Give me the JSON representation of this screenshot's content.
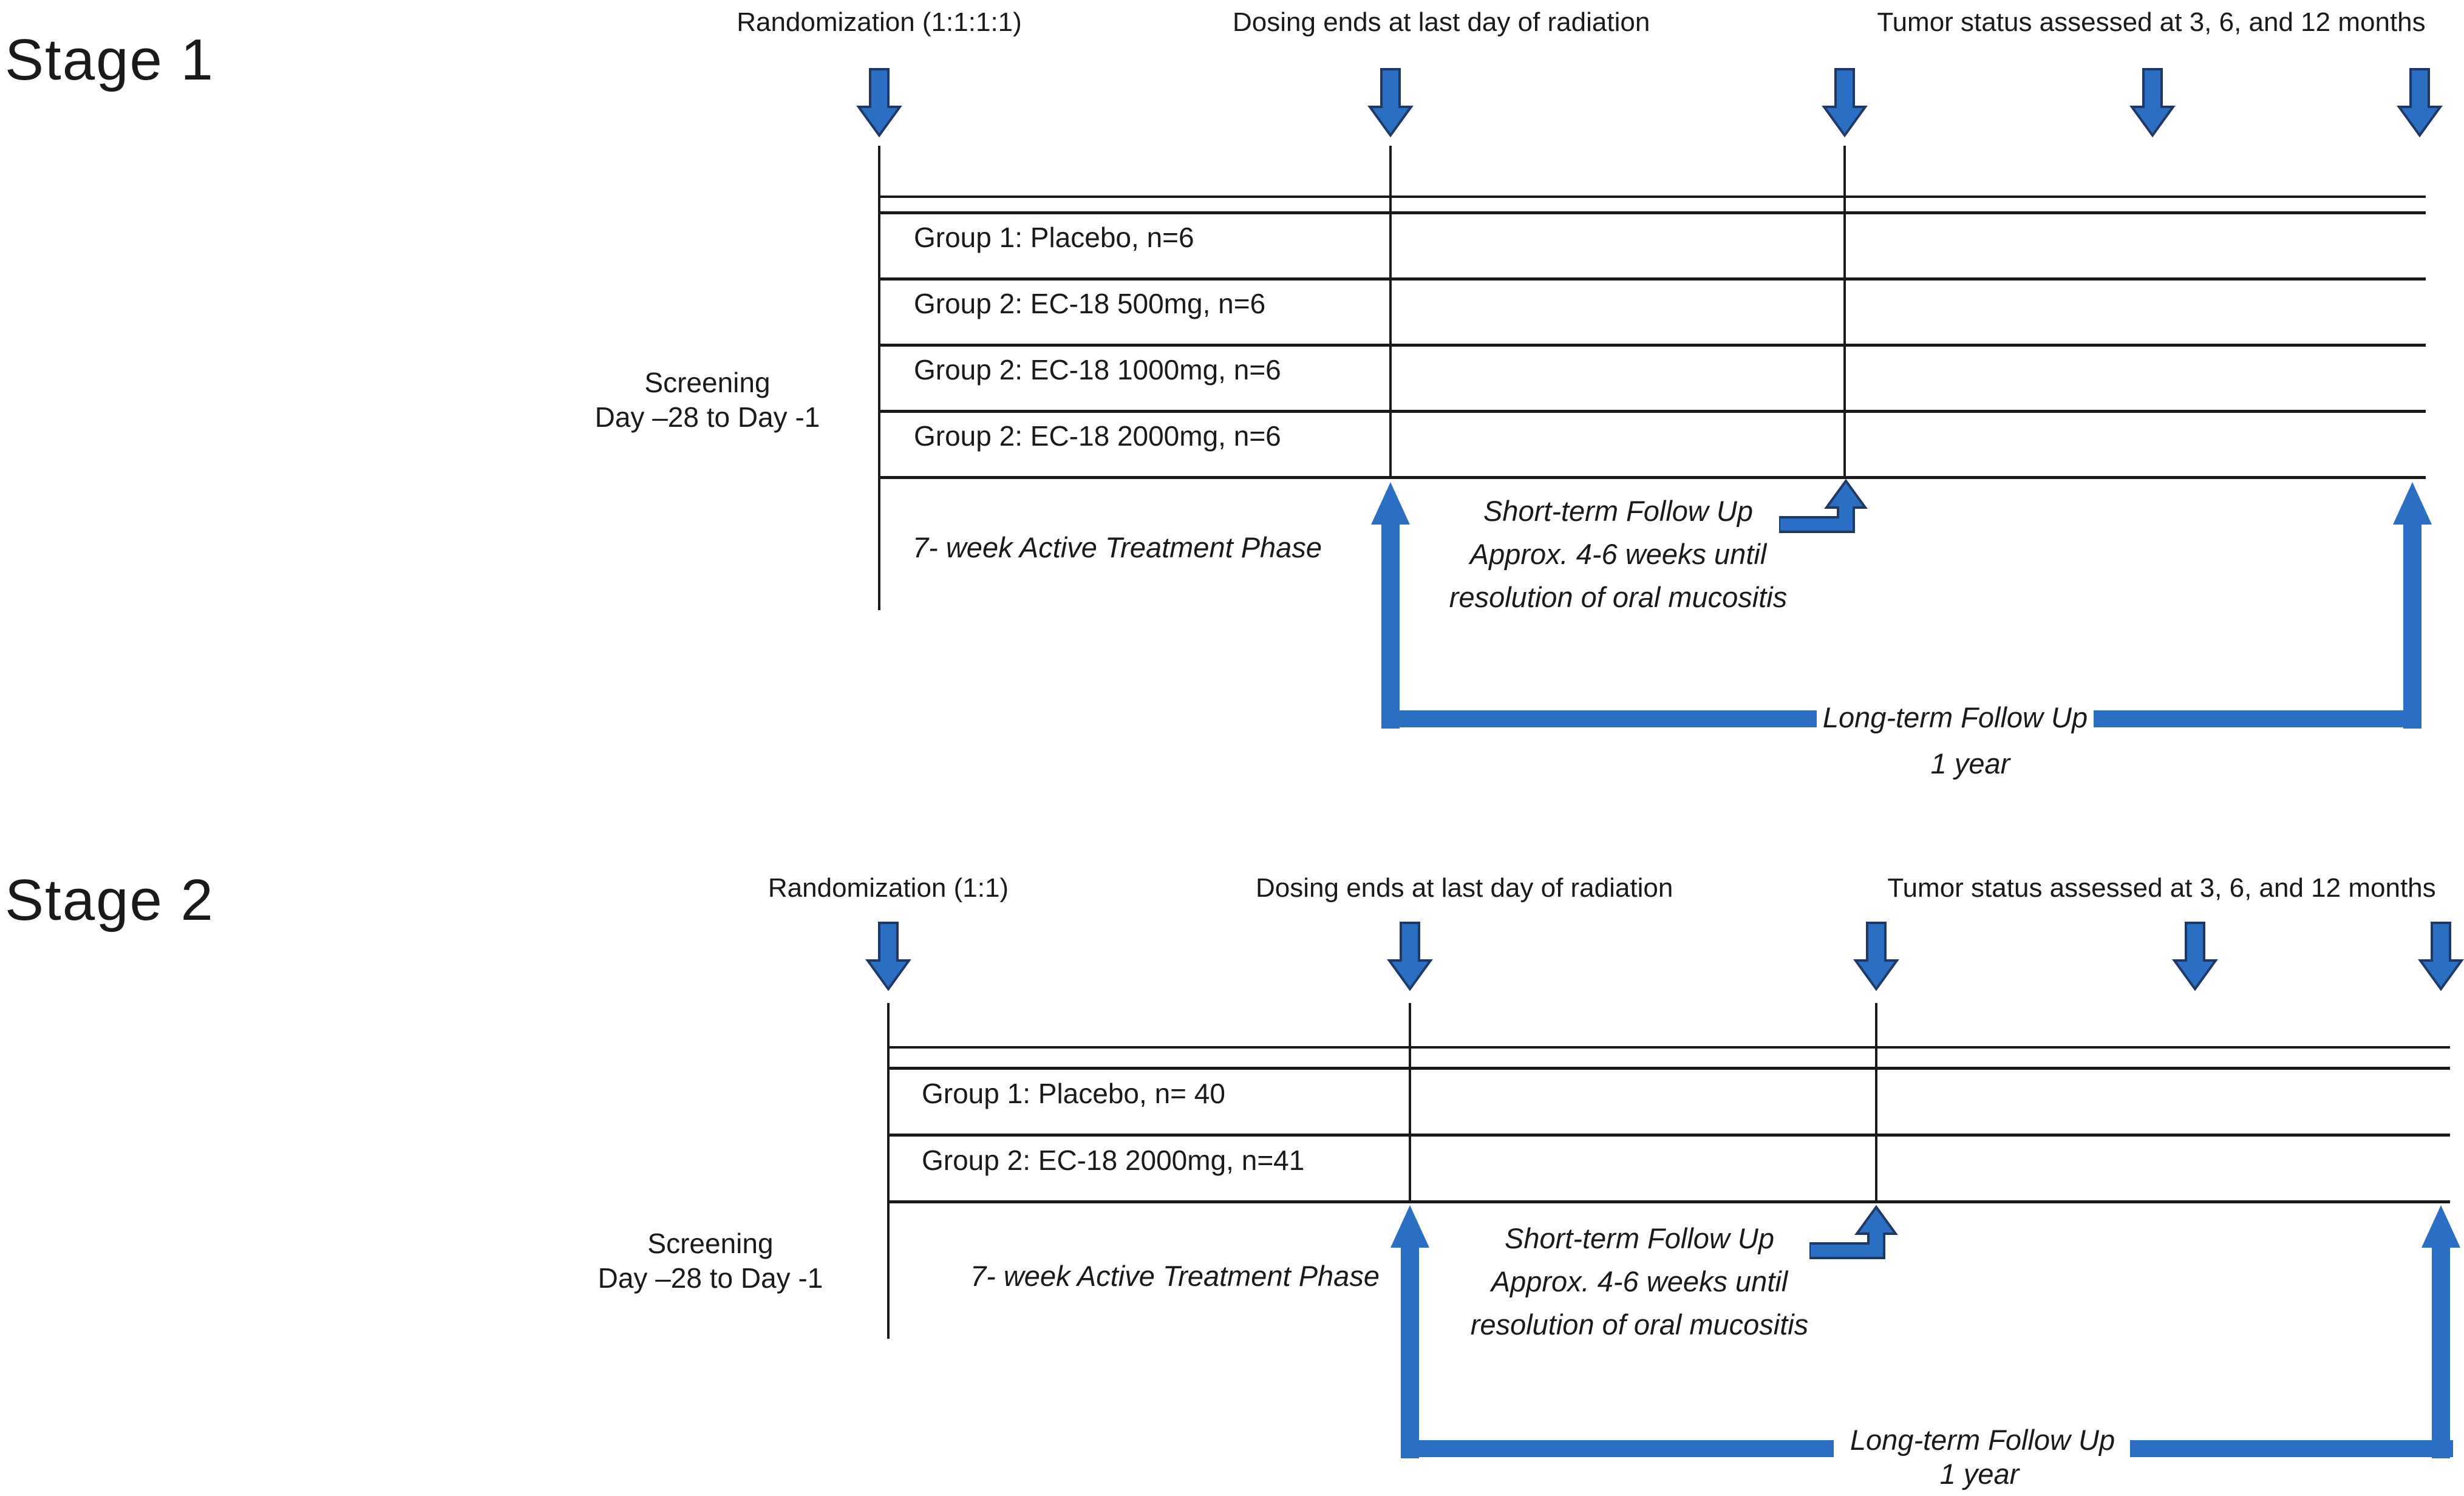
{
  "colors": {
    "arrow_fill": "#2B6FC4",
    "arrow_outline": "#1F3864",
    "line": "#1A1A1A",
    "text": "#1A1A1A",
    "background": "#FFFFFF"
  },
  "icons": {
    "timeline_marker": "down-arrow",
    "followup_pointer": "up-arrow",
    "short_term_pointer": "elbow-up-arrow"
  },
  "stage1": {
    "title": "Stage 1",
    "header_randomization": "Randomization (1:1:1:1)",
    "header_dosing": "Dosing ends at last day of radiation",
    "header_tumor": "Tumor status assessed at 3, 6, and 12 months",
    "groups": [
      "Group 1: Placebo, n=6",
      "Group 2: EC-18 500mg, n=6",
      "Group 2: EC-18 1000mg, n=6",
      "Group 2: EC-18 2000mg, n=6"
    ],
    "screening_line1": "Screening",
    "screening_line2": "Day –28 to Day -1",
    "treatment_phase": "7- week Active Treatment Phase",
    "short_term_line1": "Short-term Follow Up",
    "short_term_line2": "Approx. 4-6 weeks until",
    "short_term_line3": "resolution of oral mucositis",
    "long_term_label": "Long-term Follow Up",
    "long_term_duration": "1 year"
  },
  "stage2": {
    "title": "Stage 2",
    "header_randomization": "Randomization (1:1)",
    "header_dosing": "Dosing ends at last day of radiation",
    "header_tumor": "Tumor status assessed at 3, 6, and 12 months",
    "groups": [
      "Group 1: Placebo, n= 40",
      "Group 2: EC-18 2000mg, n=41"
    ],
    "screening_line1": "Screening",
    "screening_line2": "Day –28 to Day -1",
    "treatment_phase": "7- week Active Treatment Phase",
    "short_term_line1": "Short-term Follow Up",
    "short_term_line2": "Approx. 4-6 weeks until",
    "short_term_line3": "resolution of oral mucositis",
    "long_term_label": "Long-term Follow Up",
    "long_term_duration": "1 year"
  }
}
